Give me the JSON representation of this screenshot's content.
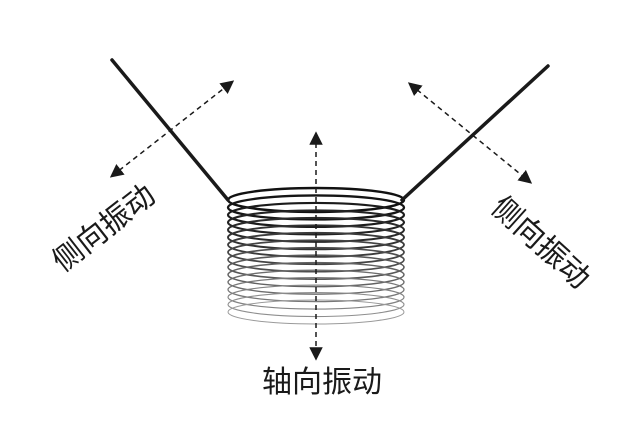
{
  "labels": {
    "left": "侧向振动",
    "right": "侧向振动",
    "bottom": "轴向振动"
  },
  "colors": {
    "wire": "#1a1a1a",
    "coil_dark": "#111111",
    "coil_light": "#9a9a9a",
    "arrow": "#1a1a1a",
    "background": "#ffffff"
  },
  "coil": {
    "turns": 16
  },
  "icons": {
    "arrow_head": "triangle-arrowhead"
  }
}
